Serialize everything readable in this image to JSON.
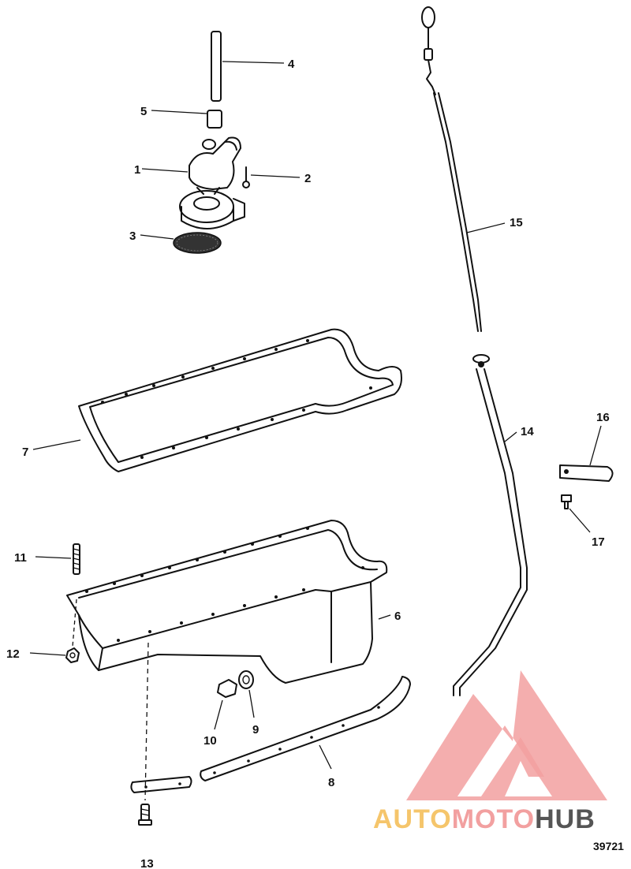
{
  "figure": {
    "number": "39721"
  },
  "callouts": [
    {
      "id": "1",
      "label": "1"
    },
    {
      "id": "2",
      "label": "2"
    },
    {
      "id": "3",
      "label": "3"
    },
    {
      "id": "4",
      "label": "4"
    },
    {
      "id": "5",
      "label": "5"
    },
    {
      "id": "6",
      "label": "6"
    },
    {
      "id": "7",
      "label": "7"
    },
    {
      "id": "8",
      "label": "8"
    },
    {
      "id": "9",
      "label": "9"
    },
    {
      "id": "10",
      "label": "10"
    },
    {
      "id": "11",
      "label": "11"
    },
    {
      "id": "12",
      "label": "12"
    },
    {
      "id": "13",
      "label": "13"
    },
    {
      "id": "14",
      "label": "14"
    },
    {
      "id": "15",
      "label": "15"
    },
    {
      "id": "16",
      "label": "16"
    },
    {
      "id": "17",
      "label": "17"
    }
  ],
  "watermark": {
    "part1": "AUTO",
    "part2": "MOTO",
    "part3": "HUB",
    "color_primary": "#f2a0a0",
    "color_accent": "#f5c56b",
    "color_dark": "#555555"
  }
}
